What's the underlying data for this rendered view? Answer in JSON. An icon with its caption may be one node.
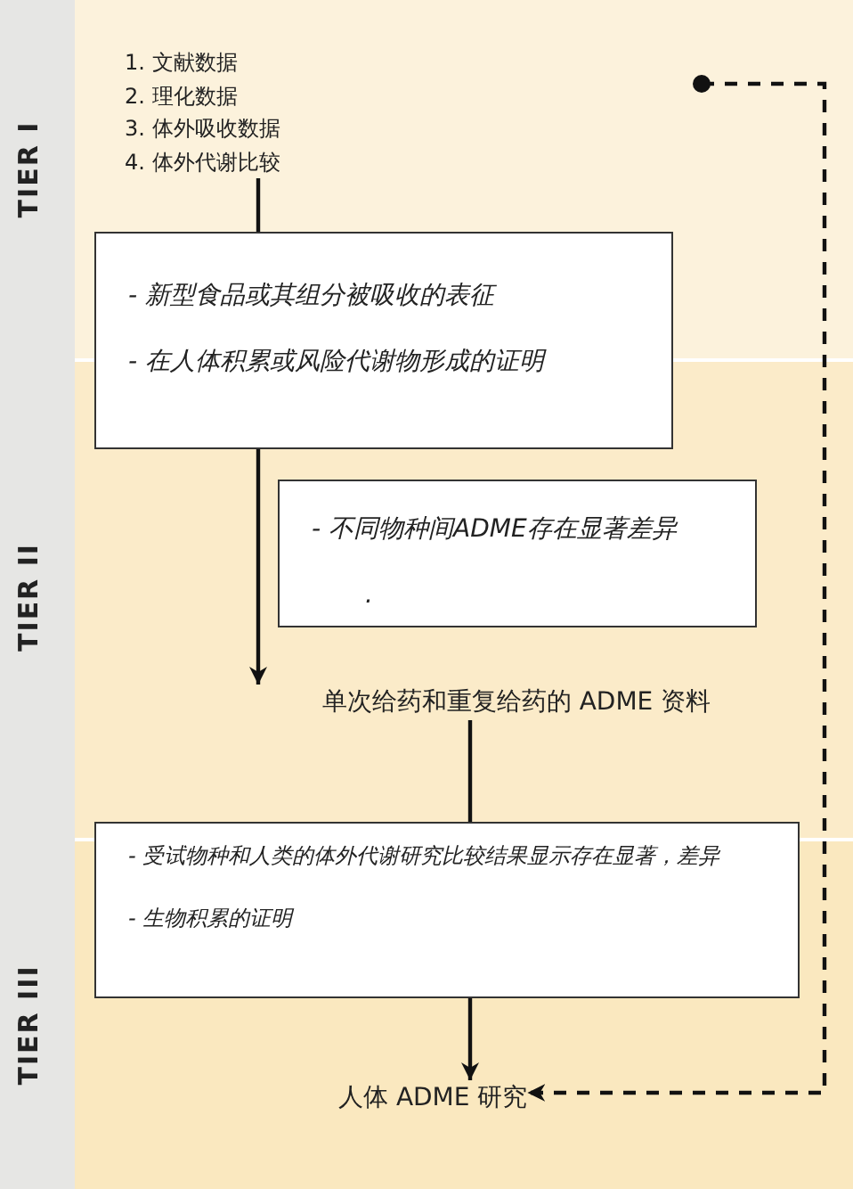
{
  "diagram": {
    "nodes": [
      {
        "text": [
          "1.  文献数据",
          "2.  理化数据",
          "3.  体外吸收数据",
          "4.  体外代谢比较"
        ]
      },
      {
        "text": [
          "- 新型食品或其组分被吸收的表征",
          "- 在人体积累或风险代谢物形成的证明"
        ]
      },
      {
        "text": [
          "- 不同物种间ADME存在显著差异",
          "."
        ]
      },
      {
        "text": [
          "单次给药和重复给药的 ADME 资料"
        ]
      },
      {
        "text": [
          "- 受试物种和人类的体外代谢研究比较结果显示存在显著，差异",
          "- 生物积累的证明"
        ]
      },
      {
        "text": [
          "人体 ADME 研究"
        ]
      }
    ],
    "edges": [
      {
        "from": 0,
        "to": 1,
        "arrow": "none"
      },
      {
        "from": 1,
        "to": 3,
        "arrow": "to"
      },
      {
        "from": 3,
        "to": 4,
        "arrow": "none"
      },
      {
        "from": 4,
        "to": 5,
        "arrow": "to"
      },
      {
        "from": null,
        "to": 5,
        "arrow": "to",
        "style": "dashed"
      }
    ],
    "labels": [
      "TIER I",
      "TIER II",
      "TIER III"
    ]
  }
}
